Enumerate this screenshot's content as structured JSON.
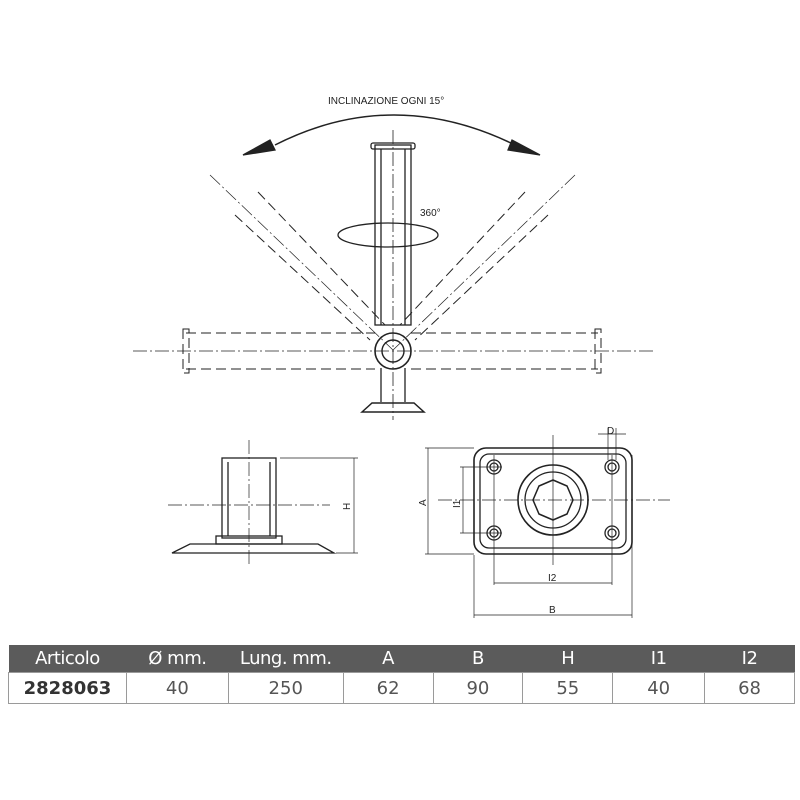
{
  "drawing": {
    "inclination_label": "INCLINAZIONE OGNI 15°",
    "rotation_label": "360°",
    "dim_labels": {
      "A": "A",
      "B": "B",
      "H": "H",
      "I1": "I1",
      "I2": "I2",
      "D": "D"
    }
  },
  "table": {
    "headers": [
      "Articolo",
      "Ø mm.",
      "Lung. mm.",
      "A",
      "B",
      "H",
      "I1",
      "I2"
    ],
    "rows": [
      [
        "2828063",
        "40",
        "250",
        "62",
        "90",
        "55",
        "40",
        "68"
      ]
    ]
  },
  "colors": {
    "header_bg": "#5b5b5b",
    "line": "#222222"
  }
}
